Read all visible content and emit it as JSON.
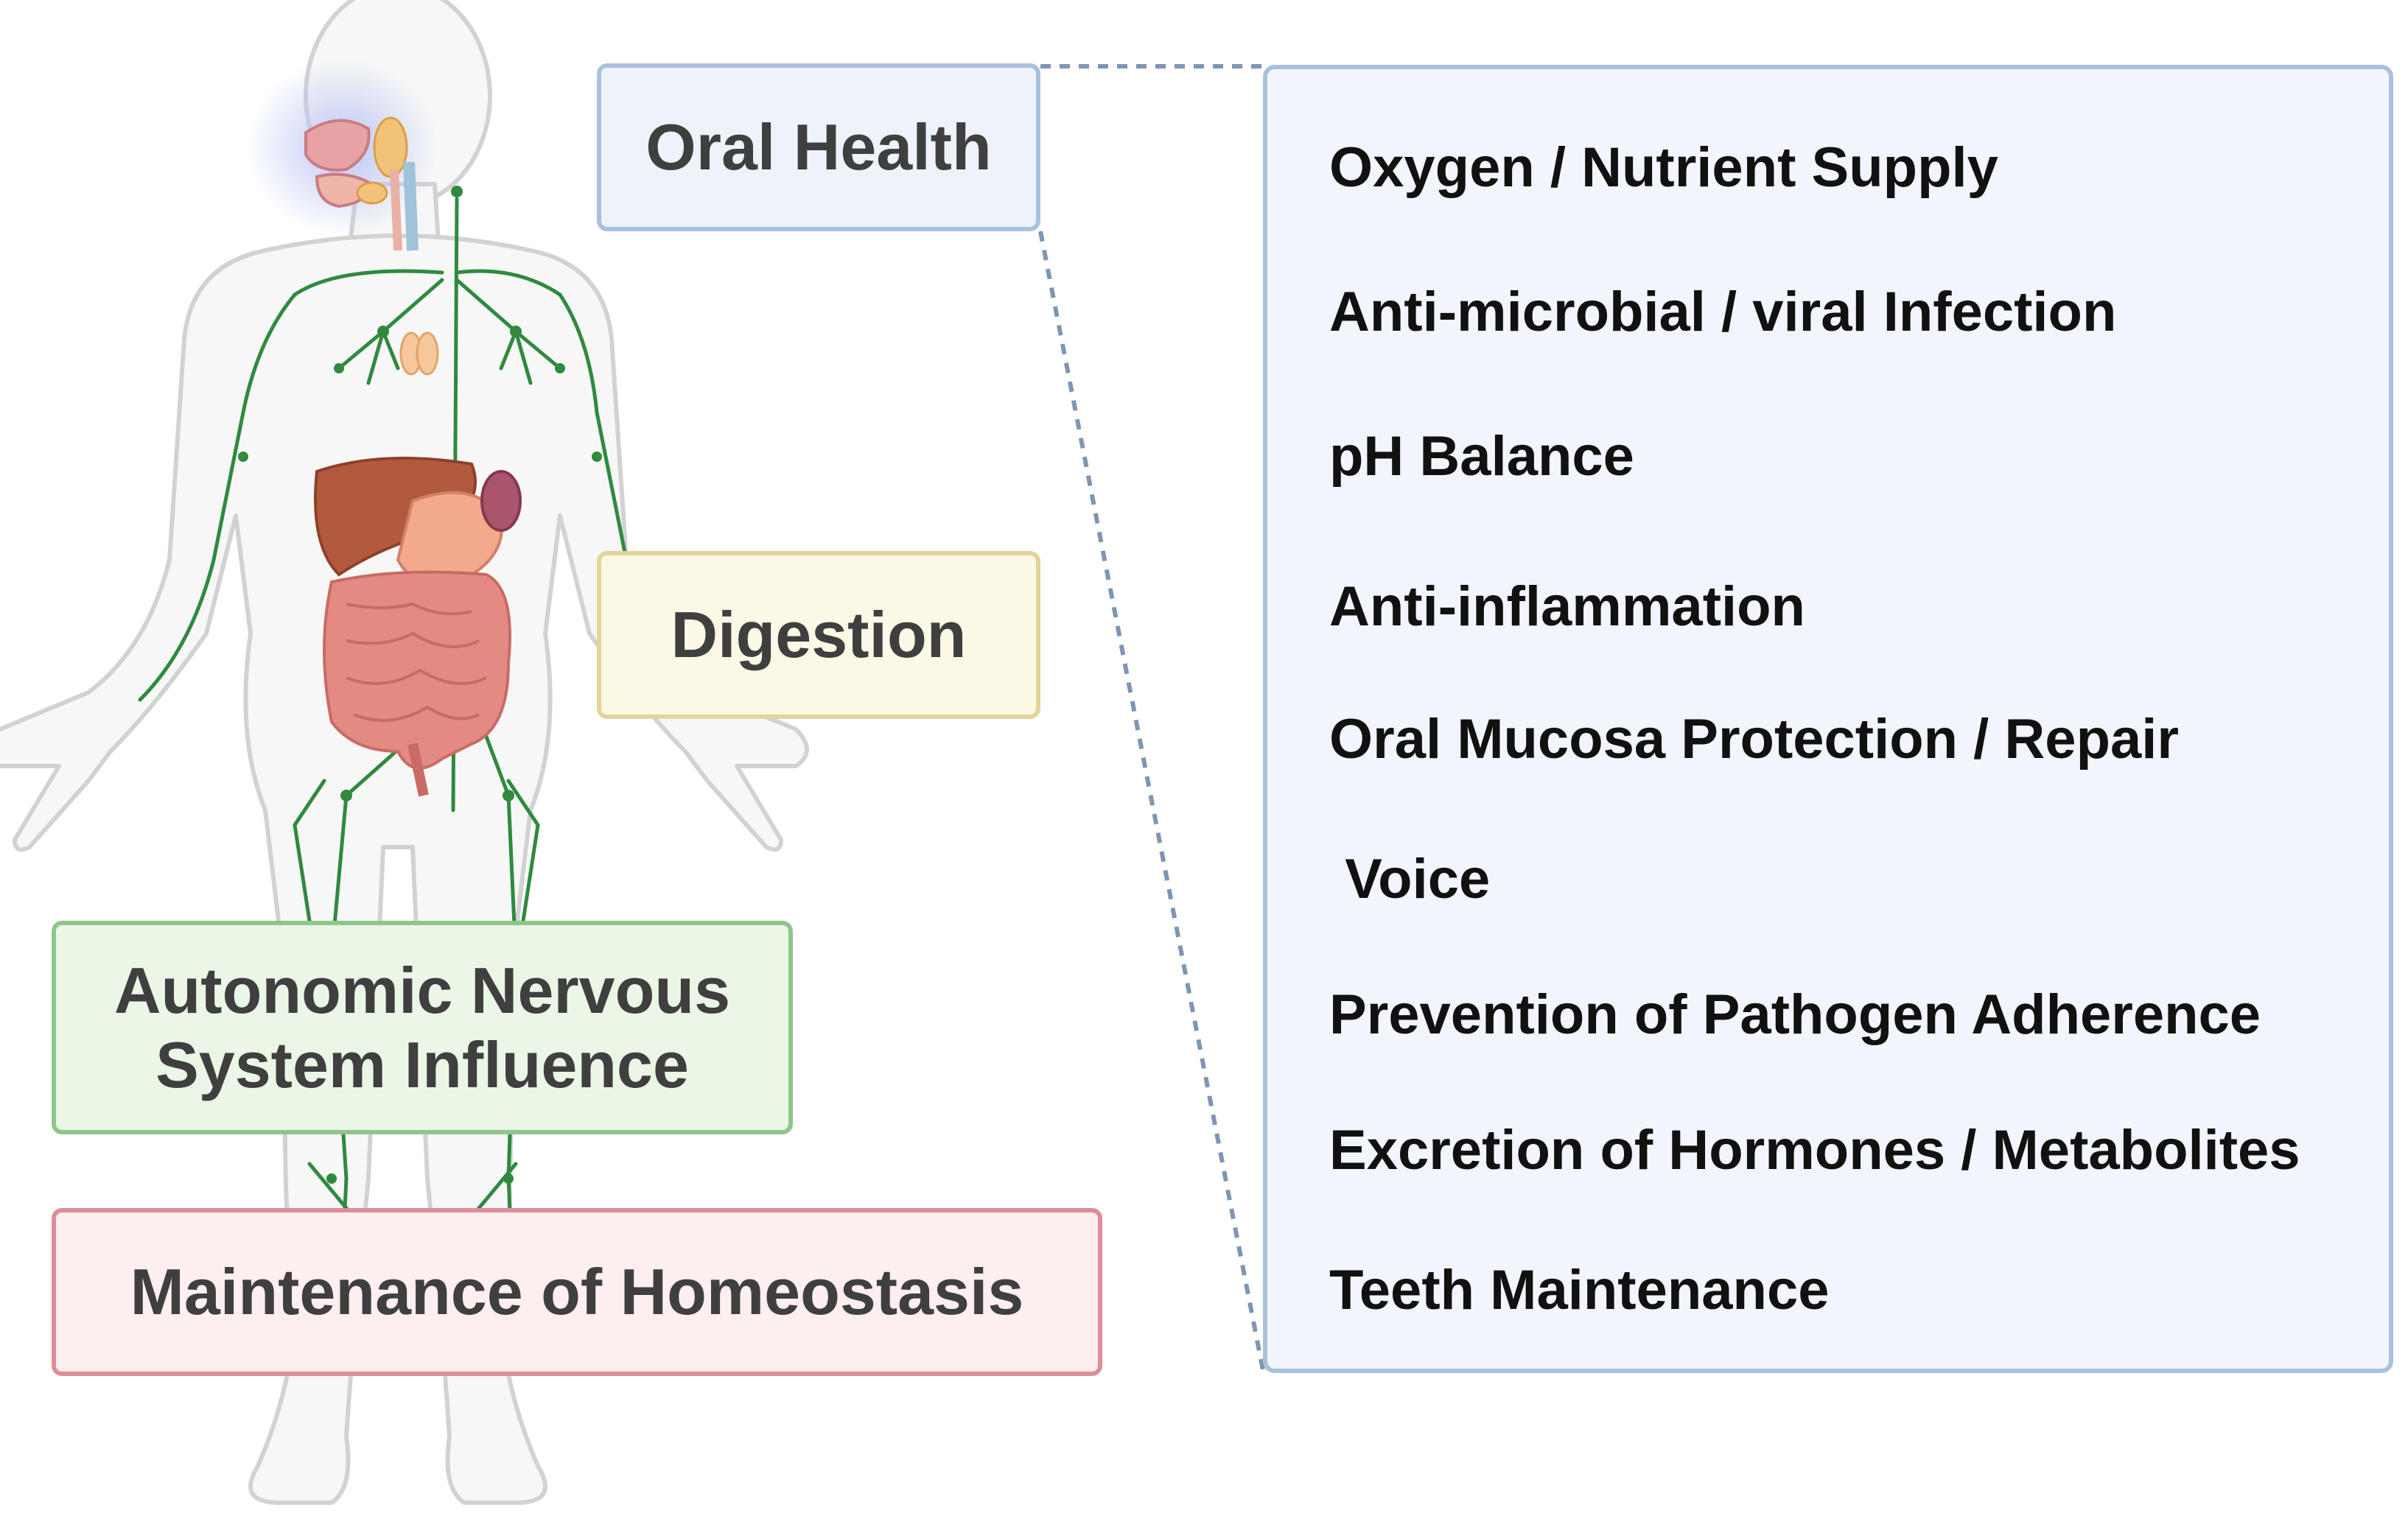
{
  "labels": {
    "oral_health": "Oral Health",
    "digestion": "Digestion",
    "autonomic": "Autonomic Nervous\nSystem Influence",
    "homeostasis": "Maintenance of Homeostasis"
  },
  "oral_health_functions": [
    "Oxygen / Nutrient Supply",
    "Anti-microbial / viral Infection",
    "pH Balance",
    "Anti-inflammation",
    "Oral Mucosa Protection / Repair",
    " Voice",
    "Prevention of Pathogen Adherence",
    "Excretion of Hormones / Metabolites",
    "Teeth Maintenance"
  ],
  "colors": {
    "oral_fill": "#eef3fa",
    "oral_border": "#a9c1dd",
    "digestion_fill": "#fbf8e6",
    "digestion_border": "#e4d49a",
    "autonomic_fill": "#eaf6e6",
    "autonomic_border": "#8ec68a",
    "homeostasis_fill": "#fdeef0",
    "homeostasis_border": "#dc8d98",
    "lymph_green": "#2f8a3e",
    "organ_red": "#e07f7a",
    "connector": "#7f95b3"
  },
  "illustration": {
    "subject": "human-body-outline",
    "organs": [
      "salivary-glands",
      "thyroid",
      "liver",
      "stomach",
      "kidney",
      "intestines"
    ]
  }
}
